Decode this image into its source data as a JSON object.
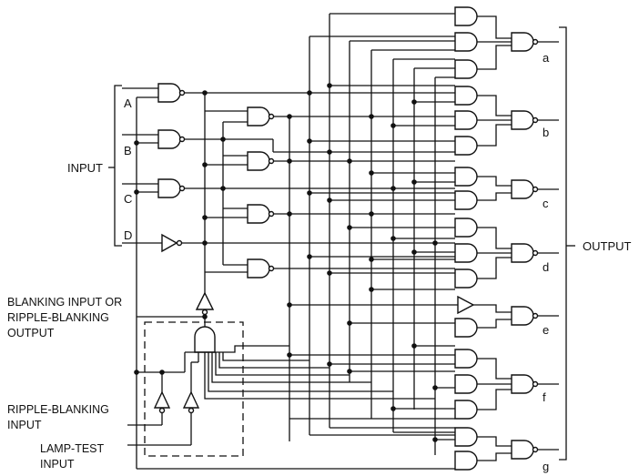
{
  "labels": {
    "input": "INPUT",
    "output": "OUTPUT",
    "inputs": [
      "A",
      "B",
      "C",
      "D"
    ],
    "outputs": [
      "a",
      "b",
      "c",
      "d",
      "e",
      "f",
      "g"
    ],
    "blanking": [
      "BLANKING INPUT OR",
      "RIPPLE-BLANKING",
      "OUTPUT"
    ],
    "ripple_input": [
      "RIPPLE-BLANKING",
      "INPUT"
    ],
    "lamp_test": [
      "LAMP-TEST",
      "INPUT"
    ]
  },
  "colors": {
    "line": "#111111",
    "background": "#ffffff"
  }
}
